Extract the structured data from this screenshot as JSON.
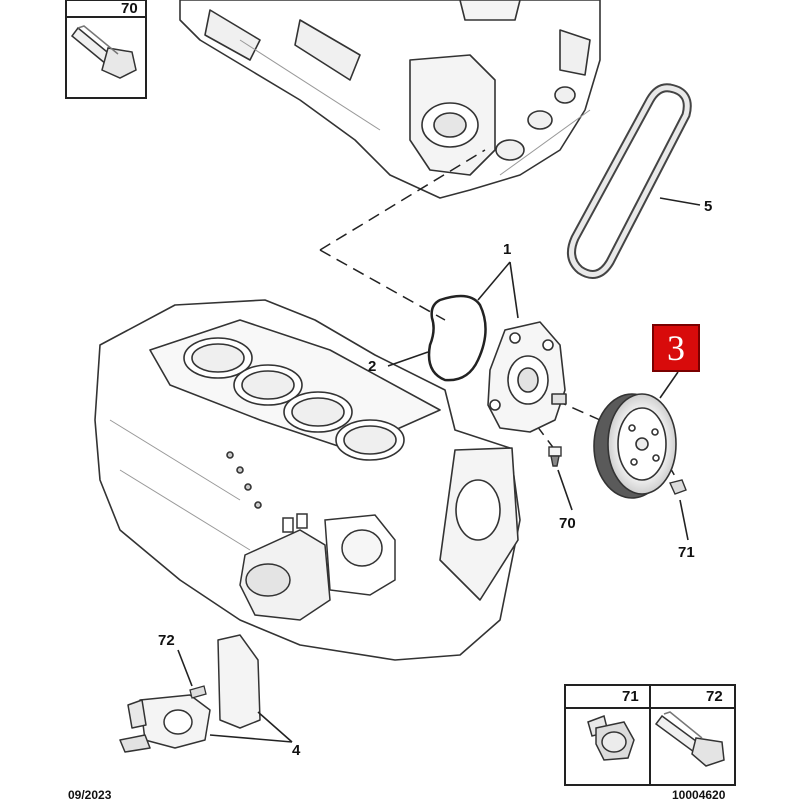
{
  "callouts": {
    "c1": "1",
    "c2": "2",
    "c3": "3",
    "c4": "4",
    "c5": "5",
    "c70": "70",
    "c71": "71",
    "c72": "72"
  },
  "insets": {
    "top_left": "70",
    "bottom_a": "71",
    "bottom_b": "72"
  },
  "footer": {
    "date": "09/2023",
    "reference": "10004620"
  },
  "colors": {
    "highlight": "#d80b0b",
    "line": "#222222"
  }
}
